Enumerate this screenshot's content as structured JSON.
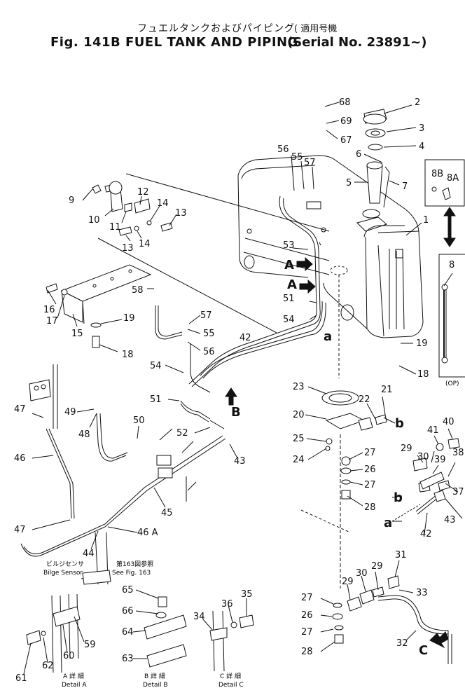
{
  "header": {
    "title_jp": "フュエルタンクおよびパイピング",
    "title_en": "Fig. 141B FUEL TANK AND PIPING",
    "serial_jp": "( 適用号機",
    "serial_en": "(Serial No. 23891~)"
  },
  "callouts": {
    "c1": "1",
    "c2": "2",
    "c3": "3",
    "c4": "4",
    "c5": "5",
    "c6": "6",
    "c7": "7",
    "c8": "8",
    "c8a": "8A",
    "c8b": "8B",
    "c9": "9",
    "c10": "10",
    "c11": "11",
    "c12": "12",
    "c13a": "13",
    "c13b": "13",
    "c14a": "14",
    "c14b": "14",
    "c15": "15",
    "c16": "16",
    "c17": "17",
    "c18a": "18",
    "c18b": "18",
    "c19a": "19",
    "c19b": "19",
    "c20": "20",
    "c21": "21",
    "c22": "22",
    "c23": "23",
    "c24": "24",
    "c25": "25",
    "c26a": "26",
    "c26b": "26",
    "c27a": "27",
    "c27b": "27",
    "c27c": "27",
    "c27d": "27",
    "c28a": "28",
    "c28b": "28",
    "c29a": "29",
    "c29b": "29",
    "c29c": "29",
    "c30a": "30",
    "c30b": "30",
    "c31": "31",
    "c32": "32",
    "c33": "33",
    "c34": "34",
    "c35": "35",
    "c36": "36",
    "c37": "37",
    "c38": "38",
    "c39": "39",
    "c40": "40",
    "c41": "41",
    "c42a": "42",
    "c42b": "42",
    "c43a": "43",
    "c43b": "43",
    "c44": "44",
    "c45": "45",
    "c46": "46",
    "c46a": "46 A",
    "c47a": "47",
    "c47b": "47",
    "c48": "48",
    "c49": "49",
    "c50": "50",
    "c51a": "51",
    "c51b": "51",
    "c52": "52",
    "c53": "53",
    "c54a": "54",
    "c54b": "54",
    "c55a": "55",
    "c55b": "55",
    "c56a": "56",
    "c56b": "56",
    "c57a": "57",
    "c57b": "57",
    "c58": "58",
    "c59": "59",
    "c60": "60",
    "c61": "61",
    "c62": "62",
    "c63": "63",
    "c64": "64",
    "c65": "65",
    "c66": "66",
    "c67": "67",
    "c68": "68",
    "c69": "69"
  },
  "view_marks": {
    "A1": "A",
    "A2": "A",
    "B": "B",
    "C": "C",
    "a1": "a",
    "a2": "a",
    "b1": "b",
    "b2": "b"
  },
  "notes": {
    "op": "(OP)",
    "bilge_jp": "ビルジセンサ",
    "bilge_en": "Bilge Sensor",
    "see_fig_jp": "第163図参照",
    "see_fig_en": "See Fig. 163"
  },
  "details": {
    "a_jp": "A 詳 細",
    "a_en": "Detail A",
    "b_jp": "B 詳 細",
    "b_en": "Detail B",
    "c_jp": "C 詳 細",
    "c_en": "Detail C"
  }
}
